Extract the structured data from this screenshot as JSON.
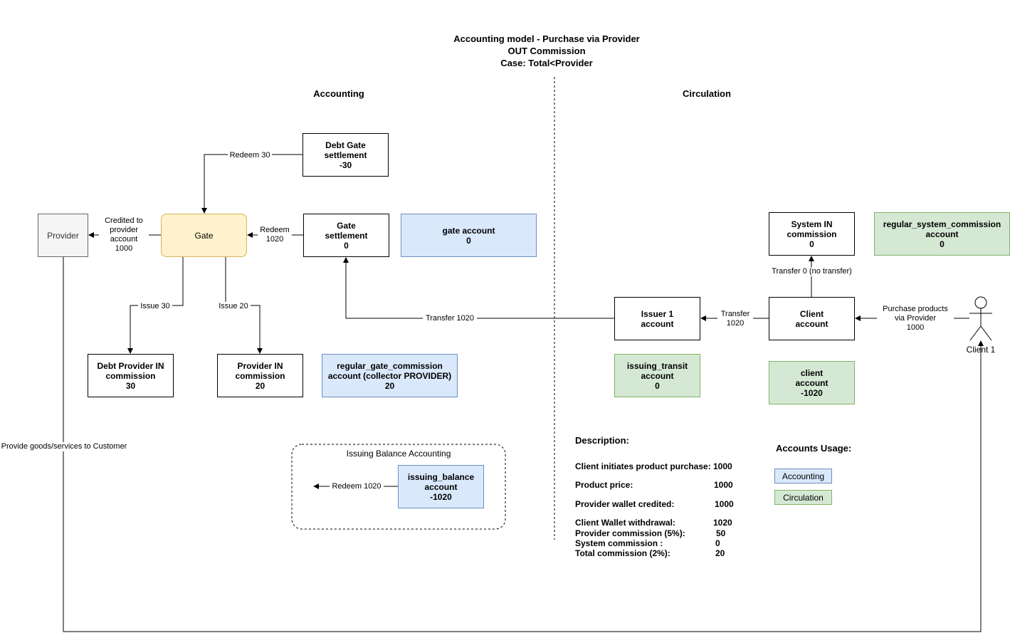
{
  "title": "Accounting model - Purchase via Provider\nOUT Commission\nCase: Total<Provider",
  "sections": {
    "accounting": "Accounting",
    "circulation": "Circulation"
  },
  "nodes": {
    "provider": "Provider",
    "gate": "Gate",
    "debt_gate_settlement": "Debt Gate\nsettlement\n-30",
    "gate_settlement": "Gate\nsettlement\n0",
    "gate_account": "gate account\n0",
    "debt_provider_in_commission": "Debt Provider IN\ncommission\n30",
    "provider_in_commission": "Provider IN\ncommission\n20",
    "regular_gate_commission_account": "regular_gate_commission\naccount (collector PROVIDER)\n20",
    "issuer_1_account": "Issuer 1\naccount",
    "issuing_transit_account": "issuing_transit\naccount\n0",
    "client_account": "Client\naccount",
    "client_account_green": "client\naccount\n-1020",
    "system_in_commission": "System IN\ncommission\n0",
    "regular_system_commission_account": "regular_system_commission\naccount\n0",
    "client_1": "Client 1",
    "issuing_balance_group": "Issuing Balance Accounting",
    "issuing_balance_account": "issuing_balance\naccount\n-1020"
  },
  "edge_labels": {
    "redeem_30": "Redeem 30",
    "credited_to_provider": "Credited to\nprovider\naccount\n1000",
    "redeem_1020_gate": "Redeem\n1020",
    "issue_30": "Issue 30",
    "issue_20": "Issue 20",
    "transfer_1020": "Transfer 1020",
    "transfer_1020_issuer": "Transfer\n1020",
    "transfer_0": "Transfer 0 (no transfer)",
    "purchase_products": "Purchase products\nvia Provider\n1000",
    "provide_goods": "Provide goods/services to Customer",
    "redeem_1020_issuing": "Redeem 1020"
  },
  "description": {
    "heading": "Description:",
    "rows": [
      {
        "label": "Client initiates product purchase:",
        "value": "1000"
      },
      {
        "label": "Product price:",
        "value": "1000"
      },
      {
        "label": "Provider wallet credited:",
        "value": "1000"
      },
      {
        "label": "Client Wallet withdrawal:",
        "value": "1020"
      },
      {
        "label": "Provider commission (5%):",
        "value": "50"
      },
      {
        "label": "System commission :",
        "value": "0"
      },
      {
        "label": "Total commission (2%):",
        "value": "20"
      }
    ]
  },
  "legend": {
    "heading": "Accounts Usage:",
    "accounting": "Accounting",
    "circulation": "Circulation"
  },
  "colors": {
    "accounting_fill": "#dae8fc",
    "accounting_stroke": "#6c8ebf",
    "circulation_fill": "#d5e8d4",
    "circulation_stroke": "#82b366",
    "gate_fill": "#fff2cc",
    "gate_stroke": "#d6b656",
    "provider_fill": "#f5f5f5"
  }
}
